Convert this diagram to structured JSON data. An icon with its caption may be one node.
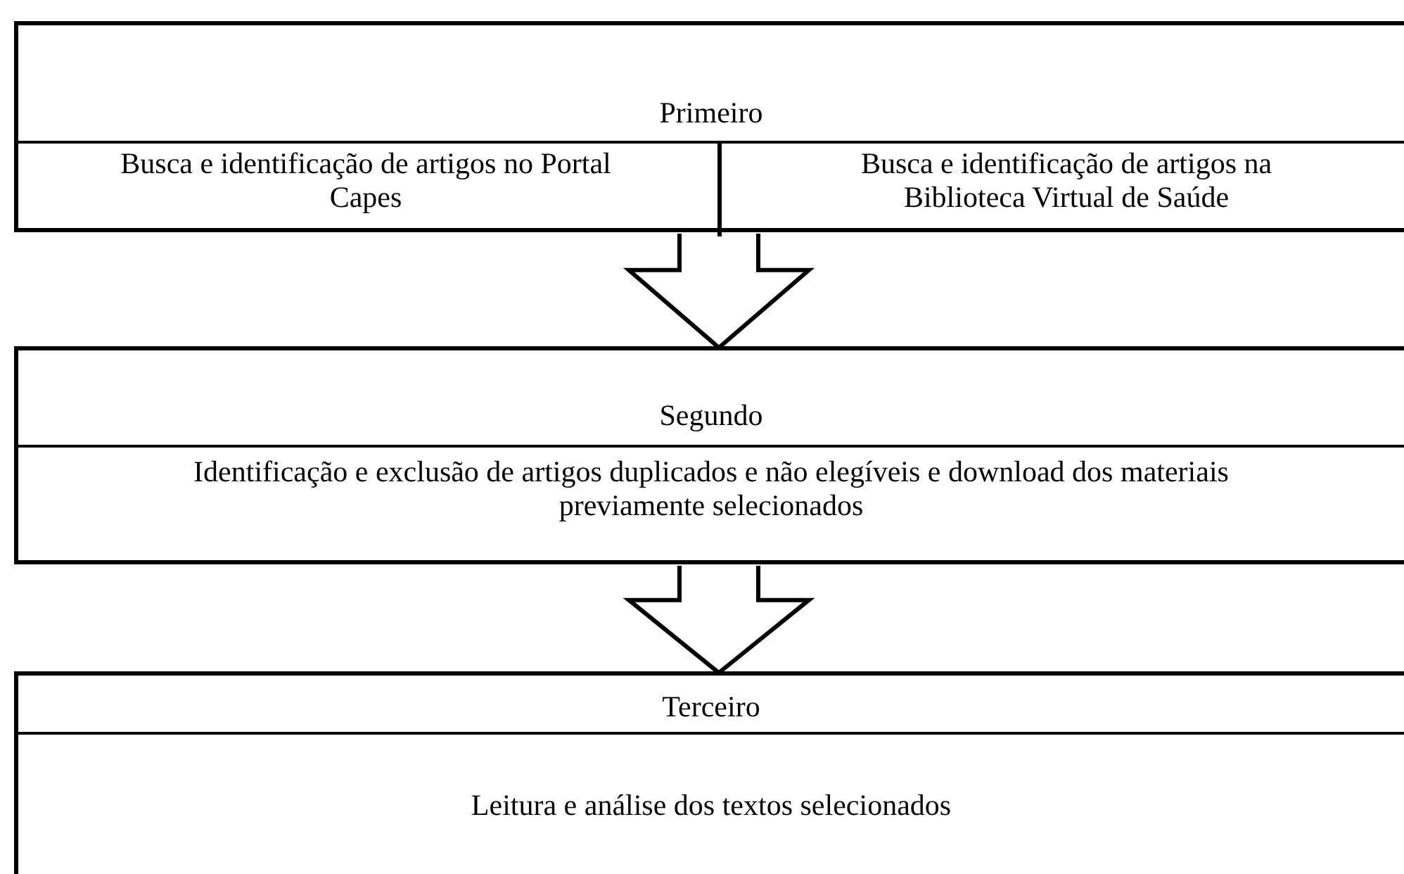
{
  "diagram": {
    "nodes": [
      {
        "text": [
          "Primeiro"
        ]
      },
      {
        "text": [
          "Busca e identificação de artigos no Portal Capes"
        ],
        "in": 0
      },
      {
        "text": [
          "Busca e identificação de artigos na Biblioteca Virtual de Saúde"
        ],
        "in": 0
      },
      {
        "text": [
          "Segundo",
          "Identificação e exclusão de artigos duplicados e não elegíveis e download dos materiais previamente selecionados"
        ]
      },
      {
        "text": [
          "Terceiro",
          "Leitura e análise dos textos selecionados"
        ]
      }
    ],
    "edges": [
      {
        "from": 0,
        "to": 3,
        "arrow": "to"
      },
      {
        "from": 3,
        "to": 4,
        "arrow": "to"
      }
    ]
  }
}
